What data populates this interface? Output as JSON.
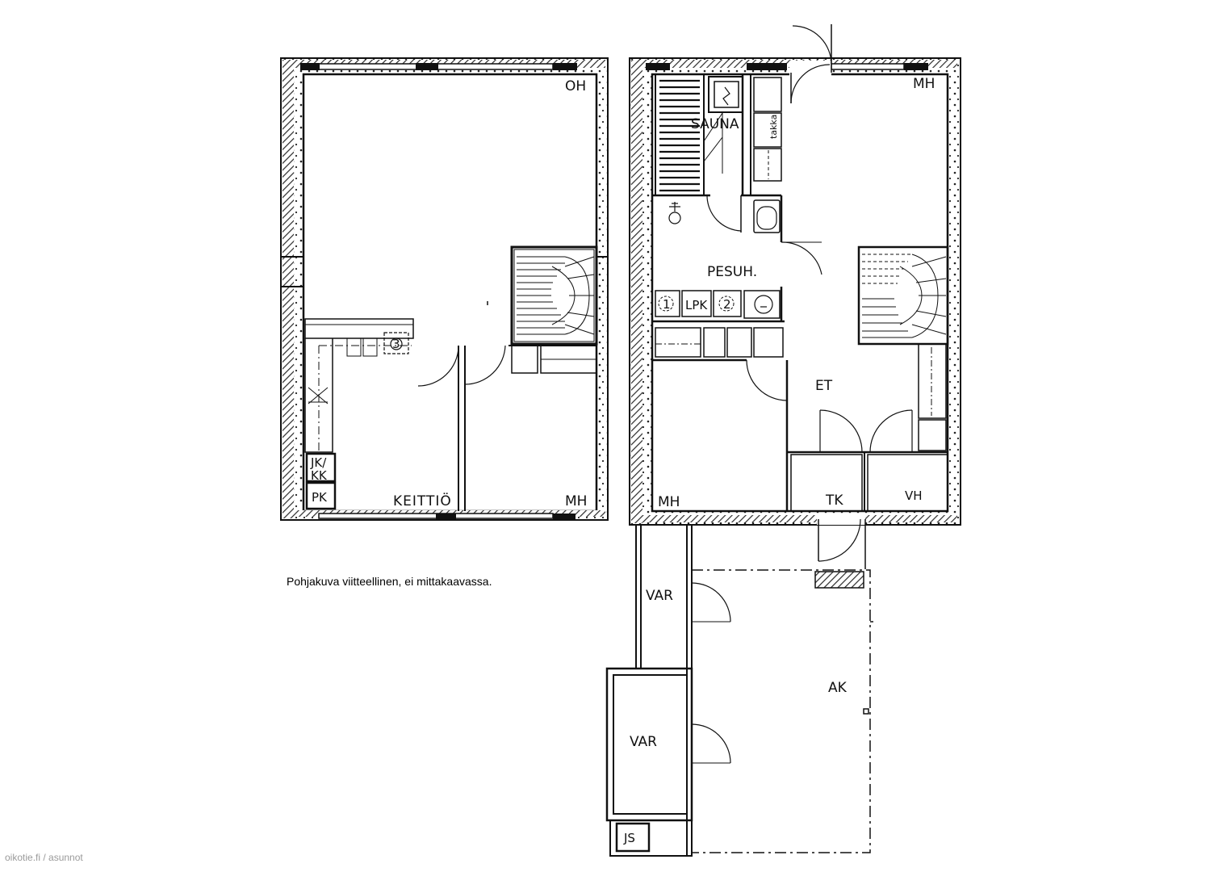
{
  "colors": {
    "ink": "#111111",
    "hatch": "#2a2a2a",
    "watermark": "#9a9a9a"
  },
  "rooms": {
    "oh": "OH",
    "keittio": "KEITTIÖ",
    "mh_left": "MH",
    "jk_kk_line1": "JK/",
    "jk_kk_line2": "KK",
    "pk": "PK",
    "mh_top_right": "MH",
    "sauna": "SAUNA",
    "takka": "takka",
    "pesuh": "PESUH.",
    "lpk": "LPK",
    "washer_1": "1",
    "washer_2": "2",
    "washer_3": "3",
    "et": "ET",
    "mh_bottom_right": "MH",
    "tk": "TK",
    "vh": "VH",
    "var_top": "VAR",
    "var_bottom": "VAR",
    "ak": "AK",
    "js": "JS"
  },
  "note": "Pohjakuva viitteellinen, ei mittakaavassa.",
  "watermark": "oikotie.fi / asunnot"
}
